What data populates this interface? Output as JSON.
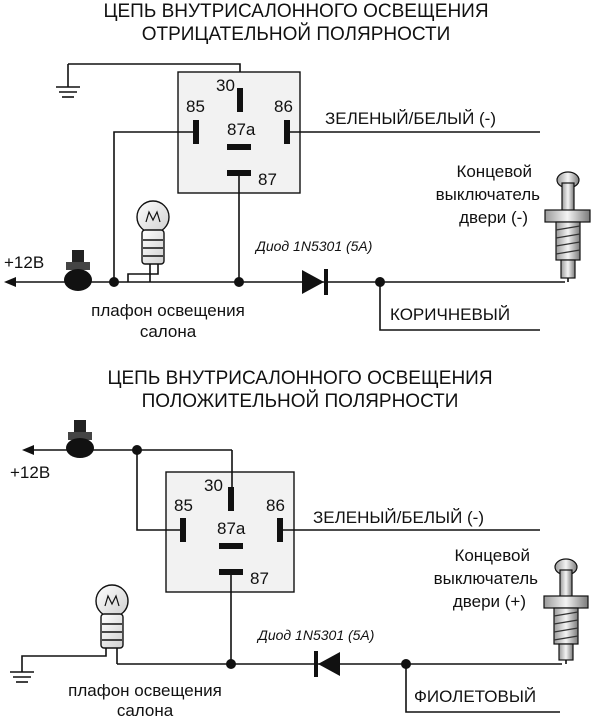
{
  "top": {
    "title_line1": "ЦЕПЬ ВНУТРИСАЛОННОГО ОСВЕЩЕНИЯ",
    "title_line2": "ОТРИЦАТЕЛЬНОЙ ПОЛЯРНОСТИ",
    "relay_pins": {
      "p30": "30",
      "p85": "85",
      "p86": "86",
      "p87a": "87a",
      "p87": "87"
    },
    "wire_green_white": "ЗЕЛЕНЫЙ/БЕЛЫЙ (-)",
    "switch_line1": "Концевой",
    "switch_line2": "выключатель",
    "switch_line3": "двери (-)",
    "power": "+12В",
    "diode": "Диод 1N5301 (5А)",
    "lamp_line1": "плафон освещения",
    "lamp_line2": "салона",
    "wire_color": "КОРИЧНЕВЫЙ"
  },
  "bottom": {
    "title_line1": "ЦЕПЬ ВНУТРИСАЛОННОГО ОСВЕЩЕНИЯ",
    "title_line2": "ПОЛОЖИТЕЛЬНОЙ ПОЛЯРНОСТИ",
    "relay_pins": {
      "p30": "30",
      "p85": "85",
      "p86": "86",
      "p87a": "87a",
      "p87": "87"
    },
    "wire_green_white": "ЗЕЛЕНЫЙ/БЕЛЫЙ (-)",
    "switch_line1": "Концевой",
    "switch_line2": "выключатель",
    "switch_line3": "двери (+)",
    "power": "+12В",
    "diode": "Диод 1N5301 (5А)",
    "lamp_line1": "плафон освещения",
    "lamp_line2": "салона",
    "wire_color": "ФИОЛЕТОВЫЙ"
  }
}
